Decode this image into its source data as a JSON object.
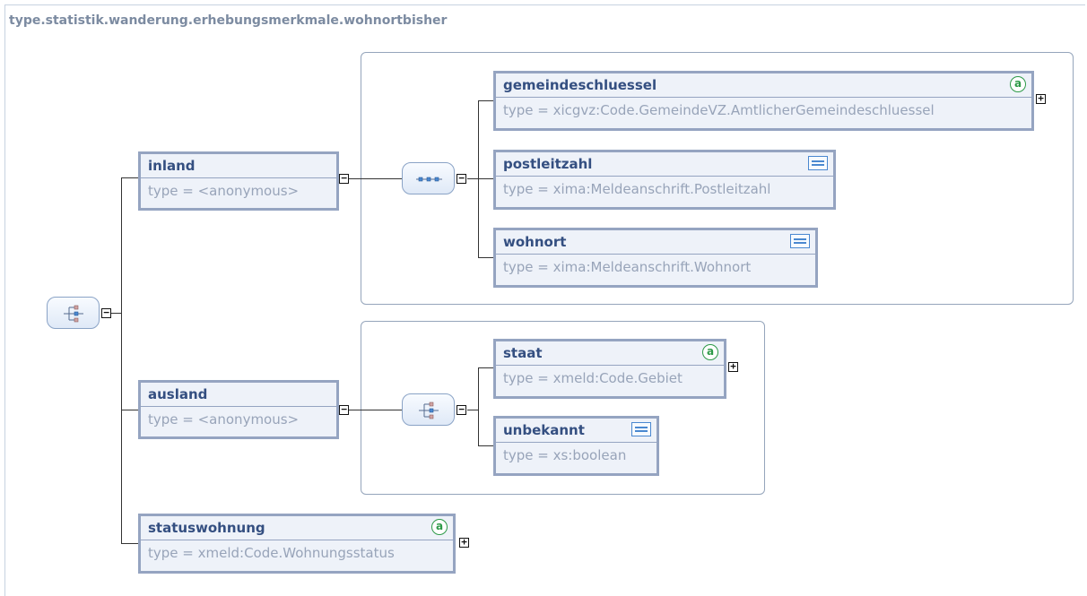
{
  "diagram": {
    "title": "type.statistik.wanderung.erhebungsmerkmale.wohnortbisher"
  },
  "elements": {
    "inland": {
      "name": "inland",
      "type": "type = <anonymous>"
    },
    "ausland": {
      "name": "ausland",
      "type": "type = <anonymous>"
    },
    "statuswohnung": {
      "name": "statuswohnung",
      "type": "type = xmeld:Code.Wohnungsstatus"
    },
    "gemeindeschluessel": {
      "name": "gemeindeschluessel",
      "type": "type = xicgvz:Code.GemeindeVZ.AmtlicherGemeindeschluessel"
    },
    "postleitzahl": {
      "name": "postleitzahl",
      "type": "type = xima:Meldeanschrift.Postleitzahl"
    },
    "wohnort": {
      "name": "wohnort",
      "type": "type = xima:Meldeanschrift.Wohnort"
    },
    "staat": {
      "name": "staat",
      "type": "type = xmeld:Code.Gebiet"
    },
    "unbekannt": {
      "name": "unbekannt",
      "type": "type = xs:boolean"
    }
  },
  "symbols": {
    "expand": "+",
    "collapse": "−",
    "attribute_badge": "a"
  },
  "colors": {
    "element_border": "#95a4c1",
    "element_fill": "#eef2f9",
    "element_name": "#344f81",
    "type_text": "#98a4b9",
    "attribute_badge": "#2e9a48",
    "doc_badge": "#4a88d0"
  }
}
